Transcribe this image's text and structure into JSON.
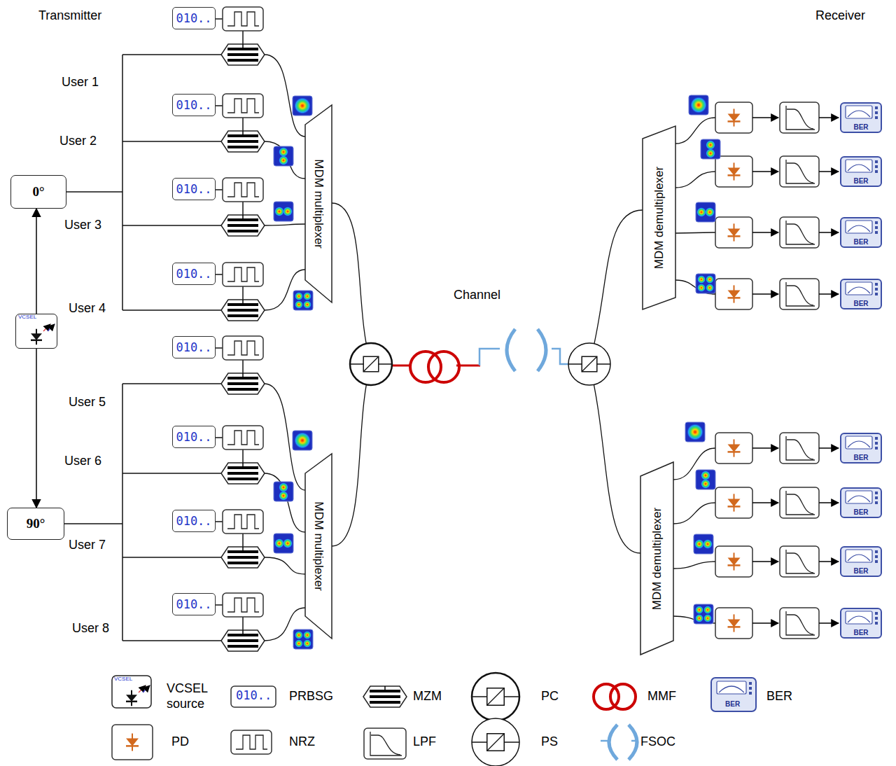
{
  "diagram": {
    "nodes": [
      {
        "text": [
          "010.."
        ]
      },
      {
        "text": [
          "010.."
        ]
      },
      {
        "text": [
          "010.."
        ]
      },
      {
        "text": [
          "010.."
        ]
      },
      {
        "text": [
          "0°"
        ]
      },
      {
        "text": [
          "VCSEL"
        ]
      },
      {
        "text": [
          "90°"
        ]
      },
      {
        "text": [
          "010.."
        ]
      },
      {
        "text": [
          "010.."
        ]
      },
      {
        "text": [
          "010.."
        ]
      },
      {
        "text": [
          "010.."
        ]
      },
      {
        "text": [
          "MDM multiplexer"
        ]
      },
      {
        "text": [
          "MDM multiplexer"
        ]
      },
      {
        "text": [
          "MDM demultiplexer"
        ]
      },
      {
        "text": [
          "MDM demultiplexer"
        ]
      },
      {
        "text": [
          "BER"
        ]
      },
      {
        "text": [
          "BER"
        ]
      },
      {
        "text": [
          "BER"
        ]
      },
      {
        "text": [
          "BER"
        ]
      },
      {
        "text": [
          "BER"
        ]
      },
      {
        "text": [
          "BER"
        ]
      },
      {
        "text": [
          "BER"
        ]
      },
      {
        "text": [
          "BER"
        ]
      }
    ],
    "edges": [
      {
        "from": 5,
        "to": 4,
        "arrow": "to"
      },
      {
        "from": 5,
        "to": 6,
        "arrow": "to"
      }
    ],
    "labels": [
      "Transmitter",
      "Receiver",
      "User 1",
      "User 2",
      "User 3",
      "User 4",
      "User 5",
      "User 6",
      "User 7",
      "User 8",
      "Channel",
      "VCSEL",
      "010..",
      "BER"
    ],
    "legend": [
      {
        "text": "VCSEL source"
      },
      {
        "text": "PRBSG"
      },
      {
        "text": "MZM"
      },
      {
        "text": "PC"
      },
      {
        "text": "MMF"
      },
      {
        "text": "BER"
      },
      {
        "text": "PD"
      },
      {
        "text": "NRZ"
      },
      {
        "text": "LPF"
      },
      {
        "text": "PS"
      },
      {
        "text": "FSOC"
      }
    ]
  }
}
